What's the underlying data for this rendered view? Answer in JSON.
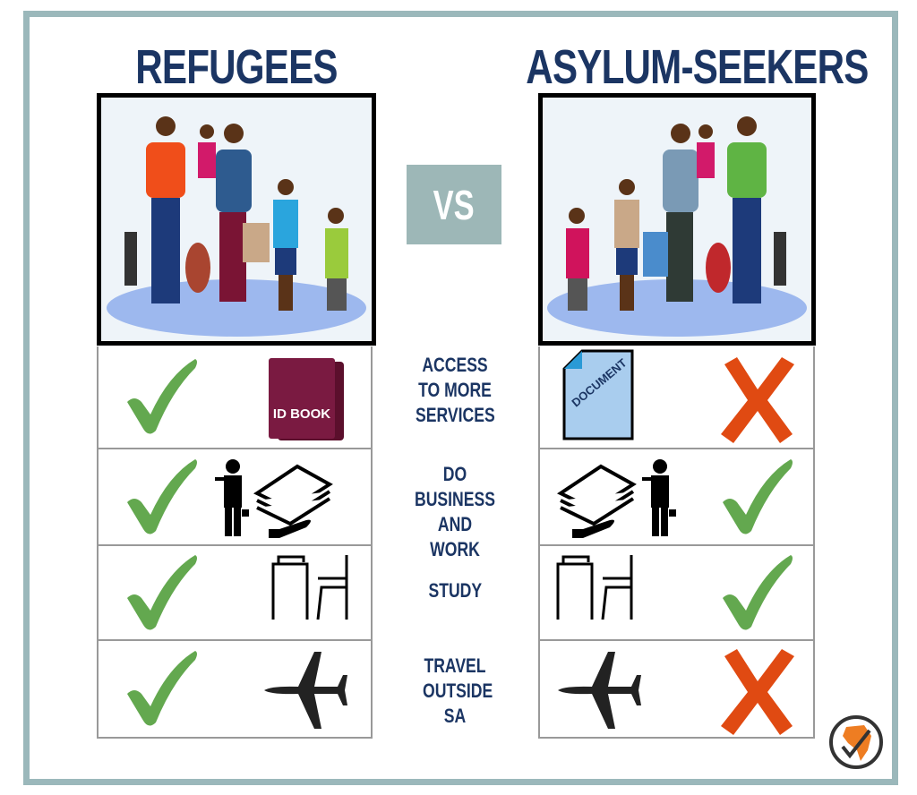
{
  "titles": {
    "left": "REFUGEES",
    "right": "ASYLUM-SEEKERS"
  },
  "vs": "VS",
  "rows": [
    {
      "label": "ACCESS TO MORE SERVICES",
      "refugees": "check",
      "asylum_seekers": "cross",
      "left_icon": "ID BOOK",
      "right_icon": "DOCUMENT"
    },
    {
      "label": "DO BUSINESS AND WORK",
      "refugees": "check",
      "asylum_seekers": "check"
    },
    {
      "label": "STUDY",
      "refugees": "check",
      "asylum_seekers": "check"
    },
    {
      "label": "TRAVEL OUTSIDE SA",
      "refugees": "check",
      "asylum_seekers": "cross"
    }
  ],
  "colors": {
    "navy": "#1b3563",
    "frame": "#9bb8bb",
    "check": "#63a84f",
    "cross": "#e04a12"
  }
}
